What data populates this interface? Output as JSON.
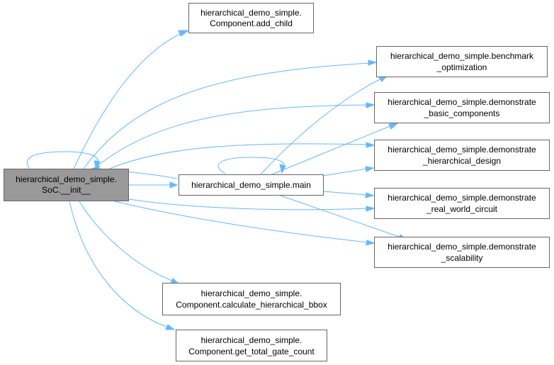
{
  "diagram": {
    "nodes": {
      "soc_init": {
        "lines": [
          "hierarchical_demo_simple.",
          "SoC.__init__"
        ],
        "highlighted": true
      },
      "add_child": {
        "lines": [
          "hierarchical_demo_simple.",
          "Component.add_child"
        ]
      },
      "benchmark": {
        "lines": [
          "hierarchical_demo_simple.benchmark",
          "_optimization"
        ]
      },
      "demo_basic": {
        "lines": [
          "hierarchical_demo_simple.demonstrate",
          "_basic_components"
        ]
      },
      "demo_hier": {
        "lines": [
          "hierarchical_demo_simple.demonstrate",
          "_hierarchical_design"
        ]
      },
      "main": {
        "lines": [
          "hierarchical_demo_simple.main"
        ]
      },
      "demo_real": {
        "lines": [
          "hierarchical_demo_simple.demonstrate",
          "_real_world_circuit"
        ]
      },
      "demo_scal": {
        "lines": [
          "hierarchical_demo_simple.demonstrate",
          "_scalability"
        ]
      },
      "calc_bbox": {
        "lines": [
          "hierarchical_demo_simple.",
          "Component.calculate_hierarchical_bbox"
        ]
      },
      "gate_count": {
        "lines": [
          "hierarchical_demo_simple.",
          "Component.get_total_gate_count"
        ]
      }
    },
    "edges": [
      {
        "from": "soc_init",
        "to": "soc_init"
      },
      {
        "from": "soc_init",
        "to": "add_child"
      },
      {
        "from": "soc_init",
        "to": "benchmark"
      },
      {
        "from": "soc_init",
        "to": "demo_basic"
      },
      {
        "from": "soc_init",
        "to": "demo_hier"
      },
      {
        "from": "soc_init",
        "to": "main"
      },
      {
        "from": "soc_init",
        "to": "demo_real"
      },
      {
        "from": "soc_init",
        "to": "demo_scal"
      },
      {
        "from": "soc_init",
        "to": "calc_bbox"
      },
      {
        "from": "soc_init",
        "to": "gate_count"
      },
      {
        "from": "main",
        "to": "main"
      },
      {
        "from": "main",
        "to": "soc_init"
      },
      {
        "from": "main",
        "to": "benchmark"
      },
      {
        "from": "main",
        "to": "demo_basic"
      },
      {
        "from": "main",
        "to": "demo_hier"
      },
      {
        "from": "main",
        "to": "demo_real"
      },
      {
        "from": "main",
        "to": "demo_scal"
      }
    ],
    "colors": {
      "edge": "#63b8ff",
      "node_border": "#666666",
      "node_fill": "#ffffff",
      "highlight_fill": "#999999"
    }
  }
}
